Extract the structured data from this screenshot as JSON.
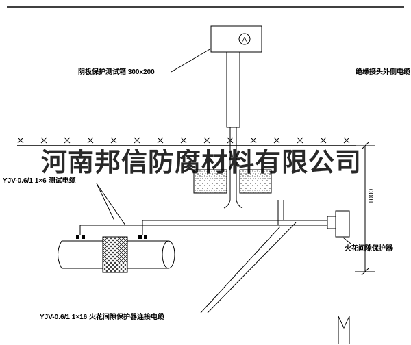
{
  "diagram": {
    "watermark": "河南邦信防腐材料有限公司",
    "labels": {
      "test_box": "阴极保护测试箱 300x200",
      "insulation_cable": "绝缘接头外侧电缆",
      "test_cable": "YJV-0.6/1 1×6  测试电缆",
      "spark_gap_cable": "YJV-0.6/1 1×16  火花间隙保护器连接电缆",
      "spark_protector": "火花间隙保护器",
      "dimension_1000": "1000",
      "ammeter": "A"
    },
    "colors": {
      "line": "#000000",
      "background": "#ffffff"
    }
  }
}
